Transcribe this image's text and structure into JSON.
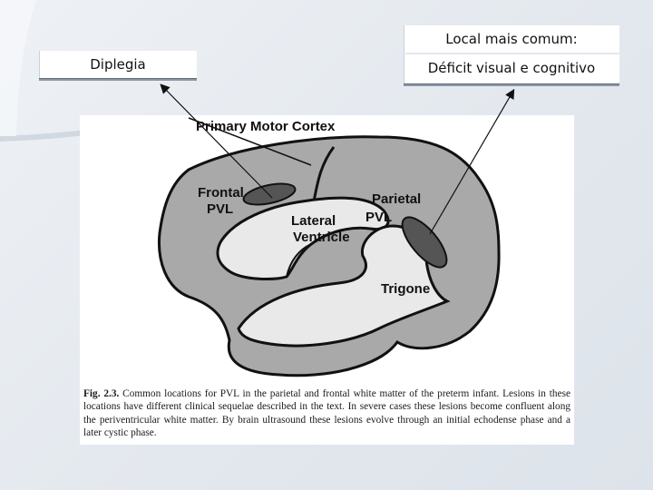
{
  "labels": {
    "left_box": "Diplegia",
    "right_title": "Local mais comum:",
    "right_subtitle": "Déficit visual e cognitivo"
  },
  "figure": {
    "labels": {
      "primary_motor_cortex": "Primary Motor Cortex",
      "frontal": "Frontal",
      "frontal_pvl": "PVL",
      "parietal": "Parietal",
      "parietal_pvl": "PVL",
      "lateral": "Lateral",
      "ventricle": "Ventricle",
      "trigone": "Trigone"
    },
    "caption": {
      "number": "Fig. 2.3.",
      "text": "Common locations for PVL in the parietal and frontal white matter of the preterm infant. Lesions in these locations have different clinical sequelae described in the text. In severe cases these lesions become confluent along the periventricular white matter. By brain ultrasound these lesions evolve through an initial echodense phase and a later cystic phase."
    }
  },
  "colors": {
    "brain_fill": "#a9a9a9",
    "ventricle_fill": "#e9e9e9",
    "lesion_fill": "#555555",
    "outline": "#111111"
  }
}
